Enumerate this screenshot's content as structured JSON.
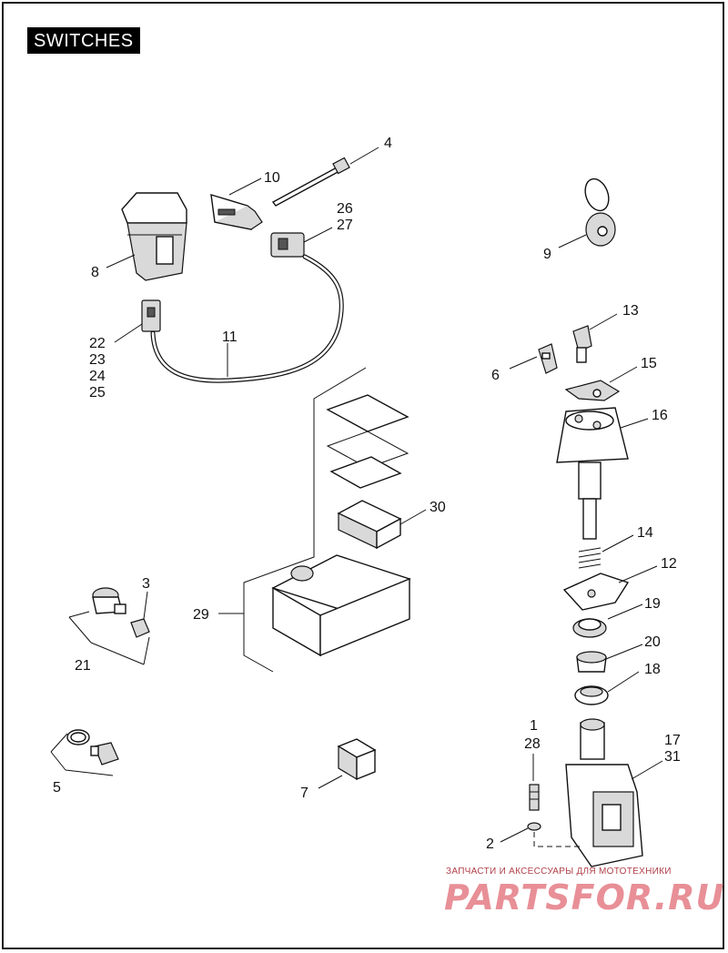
{
  "title": "SWITCHES",
  "callouts": {
    "c1": "1",
    "c2": "2",
    "c3": "3",
    "c4": "4",
    "c5": "5",
    "c6": "6",
    "c7": "7",
    "c8": "8",
    "c9": "9",
    "c10": "10",
    "c11": "11",
    "c12": "12",
    "c13": "13",
    "c14": "14",
    "c15": "15",
    "c16": "16",
    "c17": "17",
    "c18": "18",
    "c19": "19",
    "c20": "20",
    "c21": "21",
    "c22": "22",
    "c23": "23",
    "c24": "24",
    "c25": "25",
    "c26": "26",
    "c27": "27",
    "c28": "28",
    "c29": "29",
    "c30": "30",
    "c31": "31"
  },
  "watermark": {
    "line1": "ЗАПЧАСТИ И АКСЕССУАРЫ ДЛЯ МОТОТЕХНИКИ",
    "line2": "PARTSFOR.RU"
  }
}
